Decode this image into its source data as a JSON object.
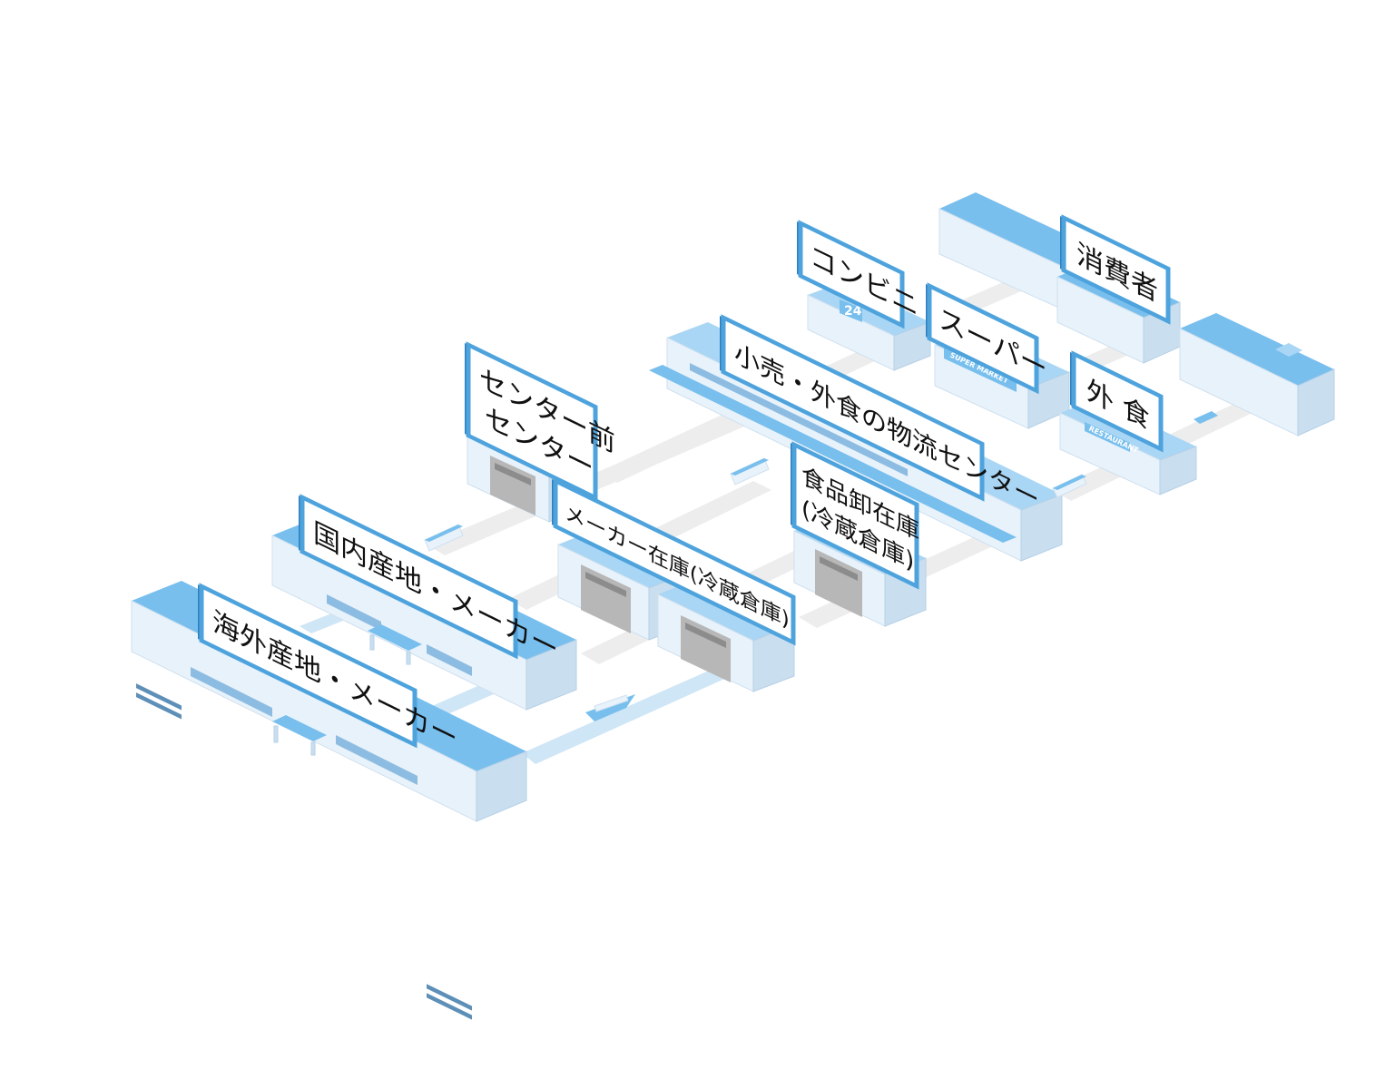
{
  "signs": {
    "overseas_maker": "海外産地・メーカー",
    "domestic_maker": "国内産地・メーカー",
    "pre_center": [
      "センター前",
      "センター"
    ],
    "maker_stock": "メーカー在庫(冷蔵倉庫)",
    "wholesale_stock": [
      "食品卸在庫",
      "(冷蔵倉庫)"
    ],
    "logistics_center": "小売・外食の物流センター",
    "convenience": "コンビニ",
    "supermarket": "スーパー",
    "restaurant": "外 食",
    "consumer": "消費者"
  },
  "building_labels": {
    "store_24": "24",
    "super_market": "SUPER MARKET",
    "restaurant_tag": "RESTAURANT"
  },
  "colors": {
    "accent": "#4ea3dd",
    "roof": "#78bfee",
    "wall": "#e8f2fb",
    "road": "#ededed"
  }
}
